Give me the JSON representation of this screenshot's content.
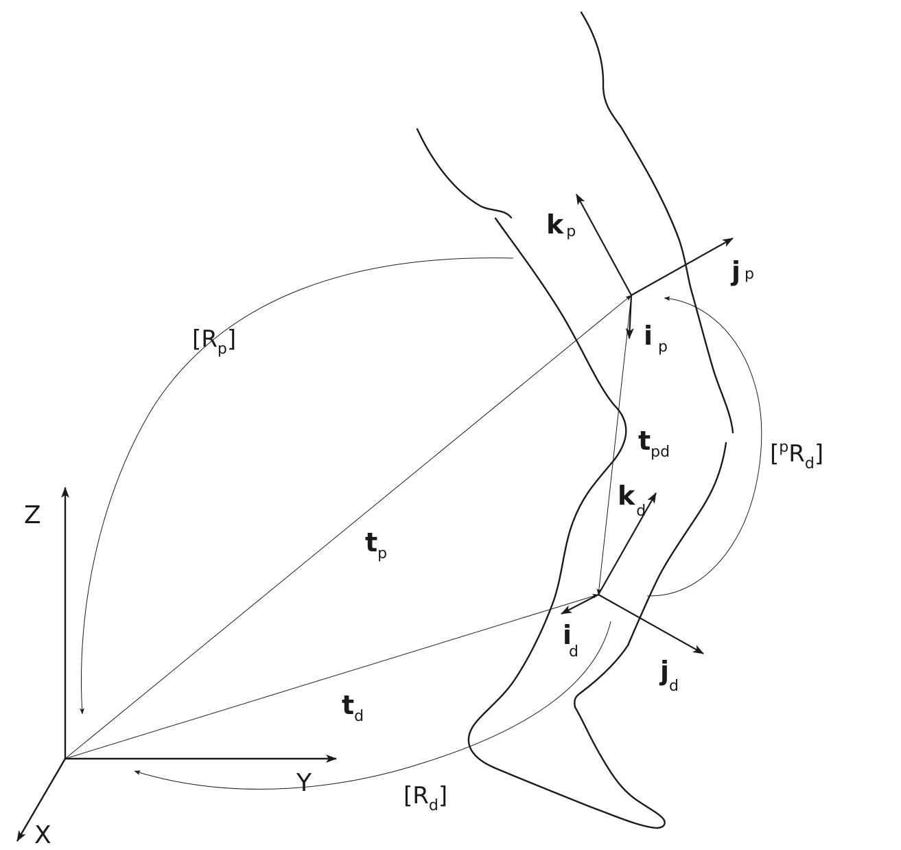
{
  "global_axes": {
    "z": "Z",
    "y": "Y",
    "x": "X"
  },
  "vectors": {
    "t_p": {
      "main": "t",
      "sub": "p"
    },
    "t_d": {
      "main": "t",
      "sub": "d"
    },
    "t_pd": {
      "main": "t",
      "sub": "pd"
    }
  },
  "proximal_frame": {
    "k": {
      "main": "k",
      "sub": "p"
    },
    "j": {
      "main": "j",
      "sub": "p"
    },
    "i": {
      "main": "i",
      "sub": "p"
    }
  },
  "distal_frame": {
    "k": {
      "main": "k",
      "sub": "d"
    },
    "j": {
      "main": "j",
      "sub": "d"
    },
    "i": {
      "main": "i",
      "sub": "d"
    }
  },
  "rotations": {
    "R_p": {
      "open": "[R",
      "sub": "p",
      "close": "]"
    },
    "R_d": {
      "open": "[R",
      "sub": "d",
      "close": "]"
    },
    "pR_d": {
      "open": "[",
      "sup": "p",
      "main": "R",
      "sub": "d",
      "close": "]"
    }
  },
  "colors": {
    "ink": "#1a1a1a",
    "background": "#ffffff"
  }
}
